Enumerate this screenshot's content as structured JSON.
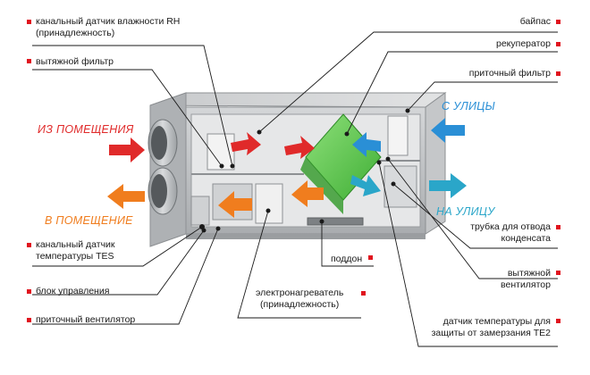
{
  "colors": {
    "marker": "#e0141e",
    "arrow_red": "#e02a2a",
    "arrow_orange": "#f07d1e",
    "arrow_blue": "#2a8fd6",
    "arrow_cyan": "#2aa6c9",
    "exchanger_green": "#5cc24a",
    "casing": "#b9bcbf",
    "leader": "#1a1a1a"
  },
  "airflows": {
    "from_room": "ИЗ ПОМЕЩЕНИЯ",
    "to_room": "В ПОМЕЩЕНИЕ",
    "from_street": "С УЛИЦЫ",
    "to_street": "НА УЛИЦУ"
  },
  "labels": {
    "humidity_sensor": [
      "канальный датчик влажности RH",
      "(принадлежность)"
    ],
    "exhaust_filter": [
      "вытяжной фильтр"
    ],
    "temp_sensor_tes": [
      "канальный датчик",
      "температуры TES"
    ],
    "control_unit": [
      "блок управления"
    ],
    "supply_fan": [
      "приточный вентилятор"
    ],
    "bypass": [
      "байпас"
    ],
    "recuperator": [
      "рекуператор"
    ],
    "supply_filter": [
      "приточный фильтр"
    ],
    "condensate_pipe": [
      "трубка для отвода",
      "конденсата"
    ],
    "exhaust_fan": [
      "вытяжной",
      "вентилятор"
    ],
    "frost_sensor": [
      "датчик температуры для",
      "защиты от замерзания TE2"
    ],
    "tray": [
      "поддон"
    ],
    "heater": [
      "электронагреватель",
      "(принадлежность)"
    ]
  }
}
